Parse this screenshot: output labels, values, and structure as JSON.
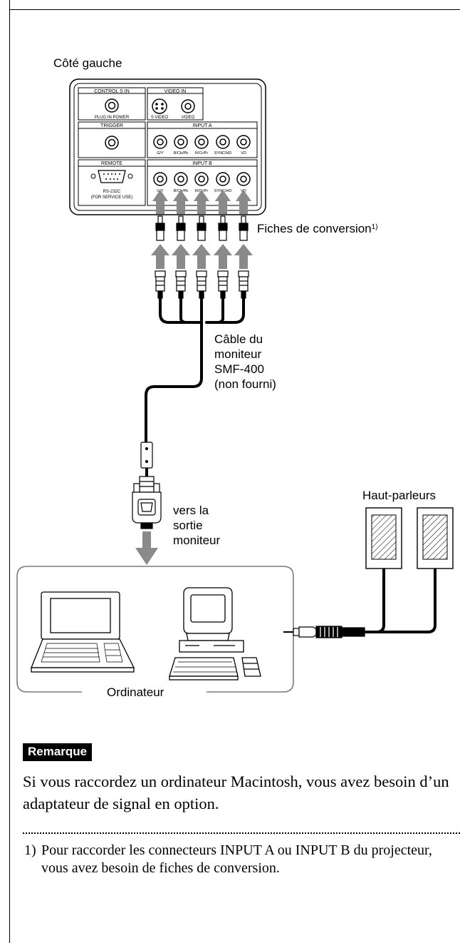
{
  "diagram": {
    "side_label": "Côté gauche",
    "panel": {
      "control_s_in": "CONTROL S IN",
      "plug_in_power": "PLUG IN POWER",
      "video_in": "VIDEO IN",
      "s_video": "S VIDEO",
      "video": "VIDEO",
      "trigger": "TRIGGER",
      "input_a": "INPUT A",
      "input_b": "INPUT B",
      "remote": "REMOTE",
      "rs232c": "RS-232C",
      "for_service_use": "(FOR SERVICE USE)",
      "jack_labels": [
        "G/Y",
        "B/Cb/Pb",
        "R/Cr/Pr",
        "SYNC/HD",
        "VD"
      ]
    },
    "conversion_label": "Fiches de conversion",
    "conversion_footnote_mark": "1)",
    "cable_label_lines": [
      "Câble du",
      "moniteur",
      "SMF-400",
      "(non fourni)"
    ],
    "to_output_lines": [
      "vers la",
      "sortie",
      "moniteur"
    ],
    "speakers_label": "Haut-parleurs",
    "computer_label": "Ordinateur"
  },
  "note": {
    "badge": "Remarque",
    "text": "Si vous raccordez un ordinateur Macintosh, vous avez besoin d’un adaptateur de signal en option."
  },
  "footnote": {
    "number": "1)",
    "text": "Pour raccorder les connecteurs INPUT A ou INPUT B du projecteur, vous avez besoin de fiches de conversion."
  }
}
